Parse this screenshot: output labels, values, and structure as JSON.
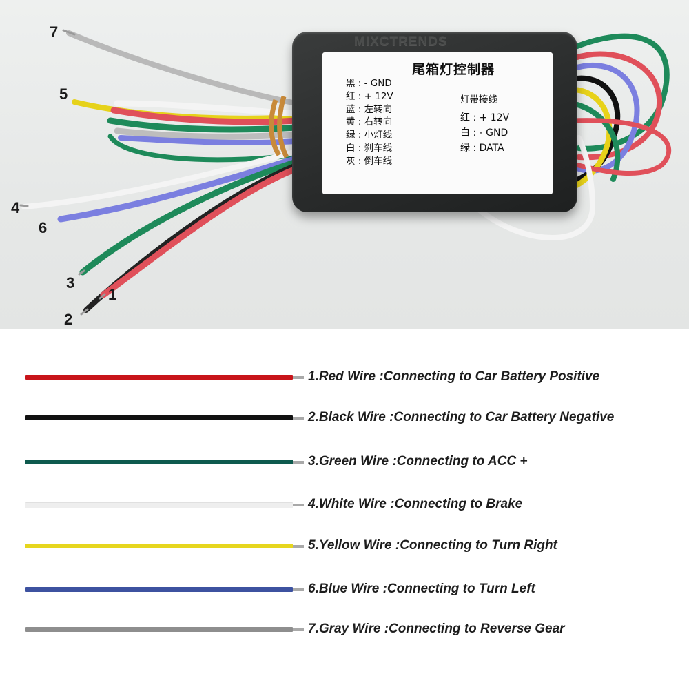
{
  "photo": {
    "device": {
      "brand": "MIXCTRENDS",
      "title": "尾箱灯控制器",
      "left_list": [
        "黑 : - GND",
        "红 : + 12V",
        "蓝 : 左转向",
        "黄 : 右转向",
        "绿 : 小灯线",
        "白 : 刹车线",
        "灰 : 倒车线"
      ],
      "right_heading": "灯带接线",
      "right_list": [
        "红  :  + 12V",
        "白  :  - GND",
        "绿  :  DATA"
      ]
    },
    "wire_numbers": [
      "1",
      "2",
      "3",
      "4",
      "5",
      "6",
      "7"
    ]
  },
  "legend": {
    "items": [
      {
        "label": "1.Red Wire :Connecting to Car Battery Positive",
        "color": "#c8141a"
      },
      {
        "label": "2.Black Wire :Connecting to Car Battery Negative",
        "color": "#111111"
      },
      {
        "label": "3.Green Wire :Connecting to ACC +",
        "color": "#0e5a4e"
      },
      {
        "label": "4.White Wire :Connecting to Brake",
        "color": "#eeeeee"
      },
      {
        "label": "5.Yellow Wire :Connecting to Turn Right",
        "color": "#e6d61e"
      },
      {
        "label": "6.Blue Wire :Connecting to Turn Left",
        "color": "#3d52a0"
      },
      {
        "label": "7.Gray Wire :Connecting to Reverse Gear",
        "color": "#8e8e8e"
      }
    ]
  }
}
